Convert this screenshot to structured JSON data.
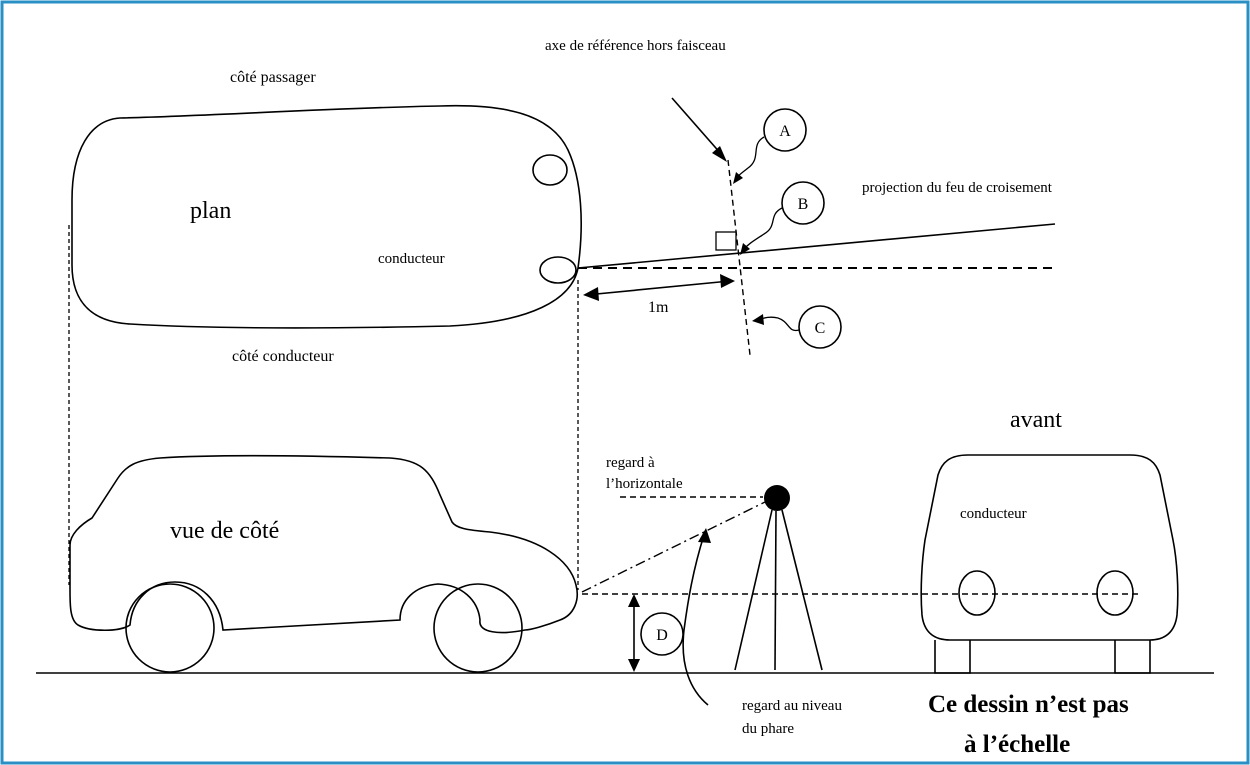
{
  "frame_color": "#2a8fc4",
  "labels": {
    "axis_ref": "axe de référence hors faisceau",
    "passenger_side": "côté passager",
    "plan": "plan",
    "driver_top": "conducteur",
    "driver_side": "côté conducteur",
    "beam_projection": "projection du feu de croisement",
    "one_meter": "1m",
    "front": "avant",
    "driver_front": "conducteur",
    "side_view": "vue de côté",
    "gaze_horizontal_1": "regard à",
    "gaze_horizontal_2": "l’horizontale",
    "gaze_headlamp_1": "regard au niveau",
    "gaze_headlamp_2": "du phare",
    "not_to_scale_1": "Ce dessin n’est pas",
    "not_to_scale_2": "à l’échelle"
  },
  "markers": {
    "a": "A",
    "b": "B",
    "c": "C",
    "d": "D"
  }
}
